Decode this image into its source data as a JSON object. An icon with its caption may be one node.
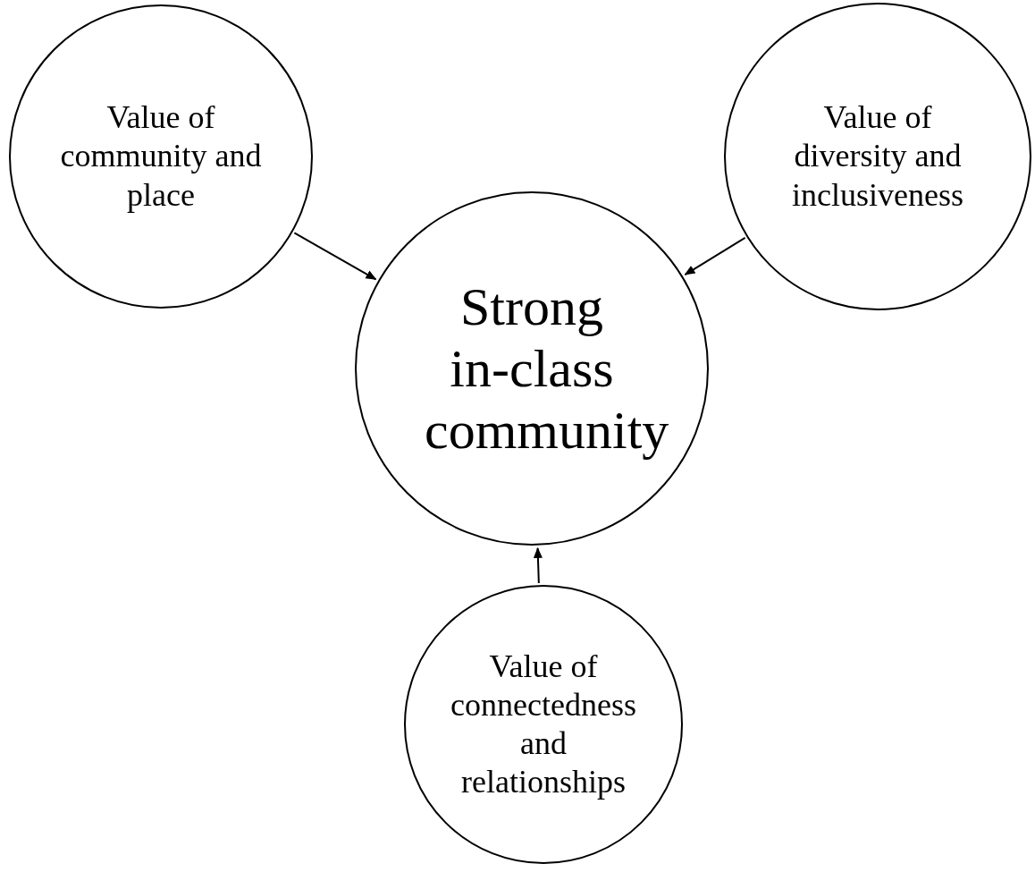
{
  "diagram": {
    "nodes": [
      {
        "text": [
          "Value of community and place"
        ]
      },
      {
        "text": [
          "Value of diversity and inclusiveness"
        ]
      },
      {
        "text": [
          "Strong in-class community"
        ]
      },
      {
        "text": [
          "Value of connectedness and relationships"
        ]
      }
    ],
    "edges": [
      {
        "from": 0,
        "to": 2,
        "arrow": "to"
      },
      {
        "from": 1,
        "to": 2,
        "arrow": "to"
      },
      {
        "from": 3,
        "to": 2,
        "arrow": "to"
      }
    ]
  }
}
